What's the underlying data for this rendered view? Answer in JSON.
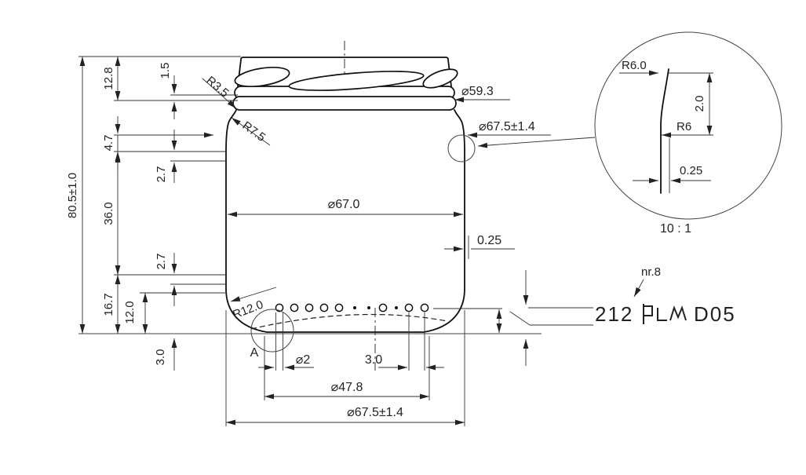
{
  "drawing": {
    "type_note": "jar technical drawing",
    "detail_marker": "A",
    "detail_view": {
      "r_top": "R6.0",
      "height": "2.0",
      "r_bottom": "R6",
      "wall": "0.25",
      "scale": "10 : 1"
    },
    "dimensions": {
      "total_height": "80.5±1.0",
      "finish_height": "12.8",
      "neck_band": "4.7",
      "body_height": "36.0",
      "heel_height": "16.7",
      "lip": "1.5",
      "shoulder_upper": "2.7",
      "shoulder_lower": "2.7",
      "heel_band": "12.0",
      "base_offset": "3.0",
      "radius_neck": "R3.5",
      "radius_shoulder": "R7.5",
      "radius_heel": "R12.0",
      "dia_finish": "⌀59.3",
      "dia_max_upper": "⌀67.5±1.4",
      "dia_body": "⌀67.0",
      "wall_offset": "0.25",
      "knurl_dia": "⌀2",
      "knurl_pitch": "3.0",
      "dia_base": "⌀47.8",
      "dia_max_lower": "⌀67.5±1.4"
    },
    "embossing": {
      "note": "nr.8",
      "code_left": "212",
      "logo": "pLM",
      "code_right": "D05"
    }
  }
}
